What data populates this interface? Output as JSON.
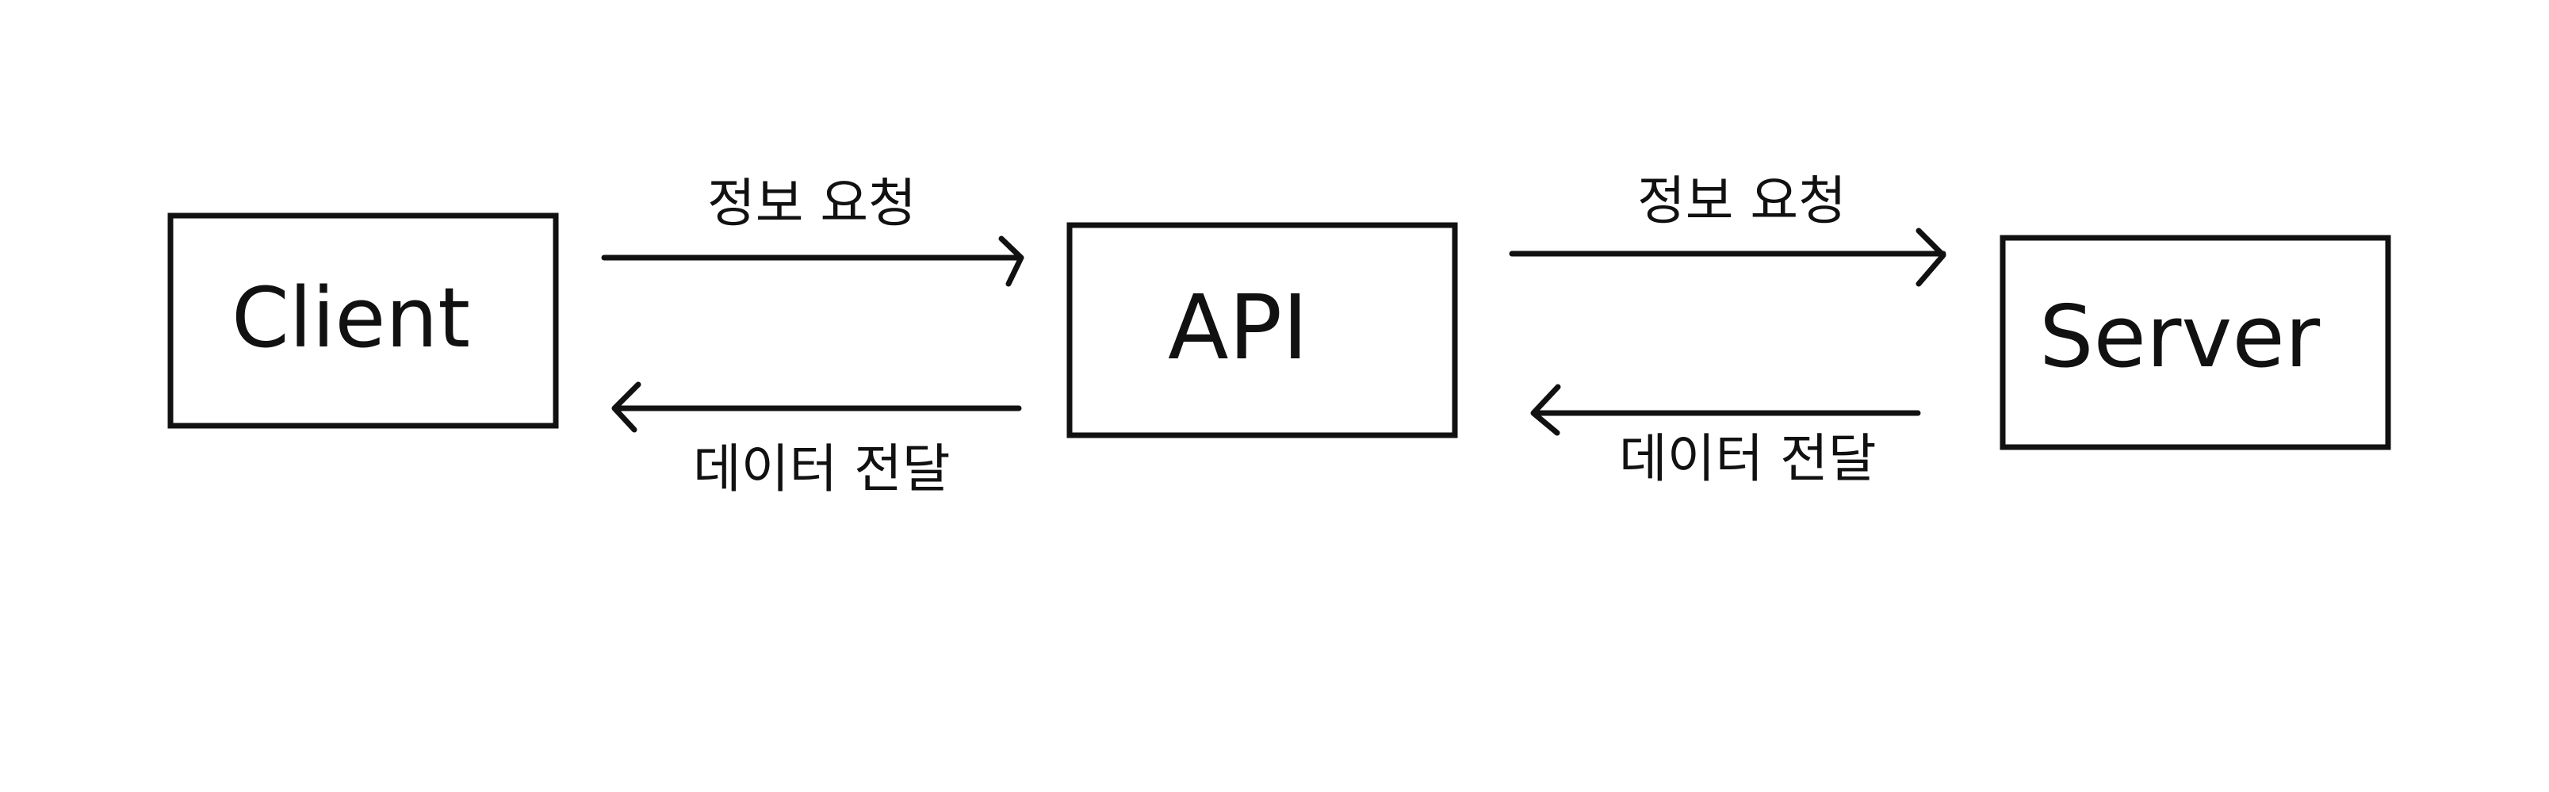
{
  "nodes": {
    "client": {
      "label": "Client"
    },
    "api": {
      "label": "API"
    },
    "server": {
      "label": "Server"
    }
  },
  "edges": {
    "client_to_api": {
      "label": "정보 요청",
      "direction": "right"
    },
    "api_to_client": {
      "label": "데이터 전달",
      "direction": "left"
    },
    "api_to_server": {
      "label": "정보 요청",
      "direction": "right"
    },
    "server_to_api": {
      "label": "데이터 전달",
      "direction": "left"
    }
  },
  "colors": {
    "stroke": "#111111",
    "background": "#ffffff"
  }
}
